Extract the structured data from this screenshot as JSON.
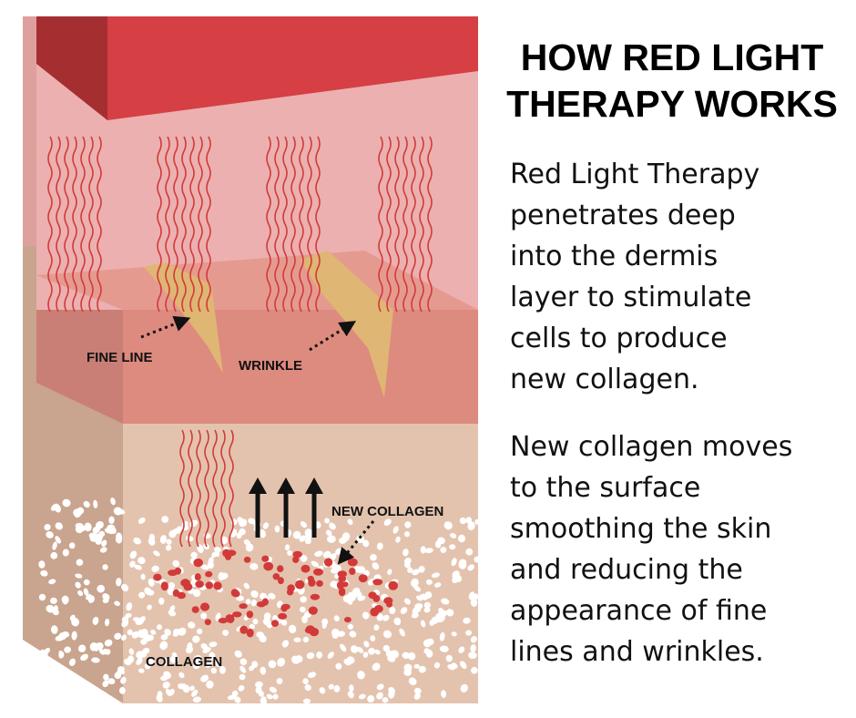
{
  "title_lines": [
    "HOW RED LIGHT",
    "THERAPY WORKS"
  ],
  "paragraph_1_lines": [
    "Red Light Therapy",
    "penetrates deep",
    "into the dermis",
    "layer to stimulate",
    "cells to produce",
    "new collagen."
  ],
  "paragraph_2_lines": [
    "New collagen moves",
    "to the surface",
    "smoothing the skin",
    "and reducing the",
    "appearance of fine",
    "lines and wrinkles."
  ],
  "labels": {
    "fine_line": "FINE LINE",
    "wrinkle": "WRINKLE",
    "new_collagen": "NEW COLLAGEN",
    "collagen": "COLLAGEN"
  },
  "colors": {
    "red_light_top": "#d63f43",
    "red_light_side": "#a52e31",
    "epidermis_light": "#ecb0b0",
    "dermis_top": "#e38f84",
    "dermis_front": "#dd8a7f",
    "hypodermis": "#e4c3ae",
    "skin_side": "#c9a48e",
    "wave": "#d23a3a",
    "fine_line_crease": "#dfb673",
    "collagen_dot": "#ffffff",
    "new_collagen_dot": "#d23a3a",
    "arrow": "#111111"
  },
  "icons": [
    "wavy-red-light-icon",
    "upward-arrow-icon",
    "dotted-pointer-arrow-icon"
  ]
}
